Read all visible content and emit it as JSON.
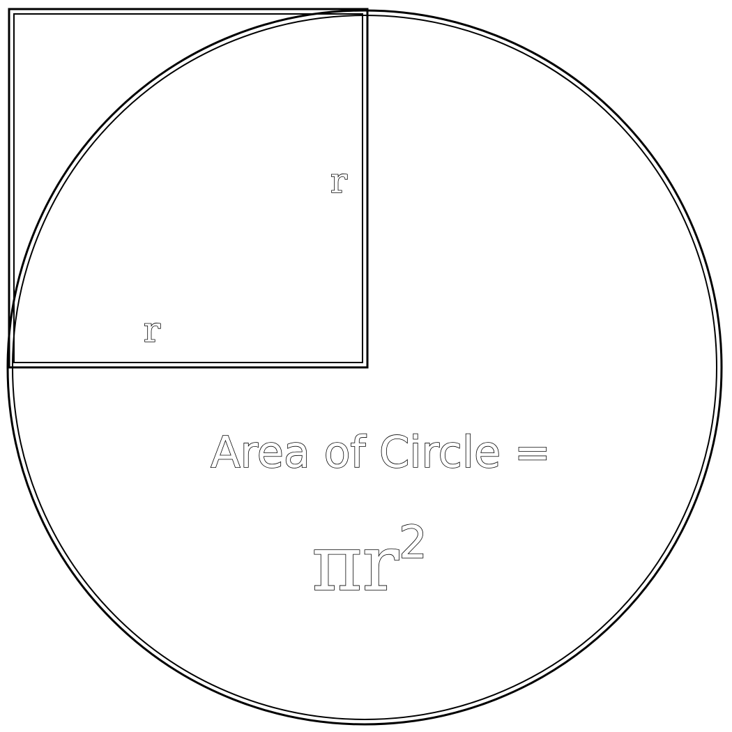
{
  "diagram": {
    "radius_label_vertical": "r",
    "radius_label_horizontal": "r",
    "caption": "Area of Circle =",
    "formula_base": "πr",
    "formula_exponent": "2"
  }
}
